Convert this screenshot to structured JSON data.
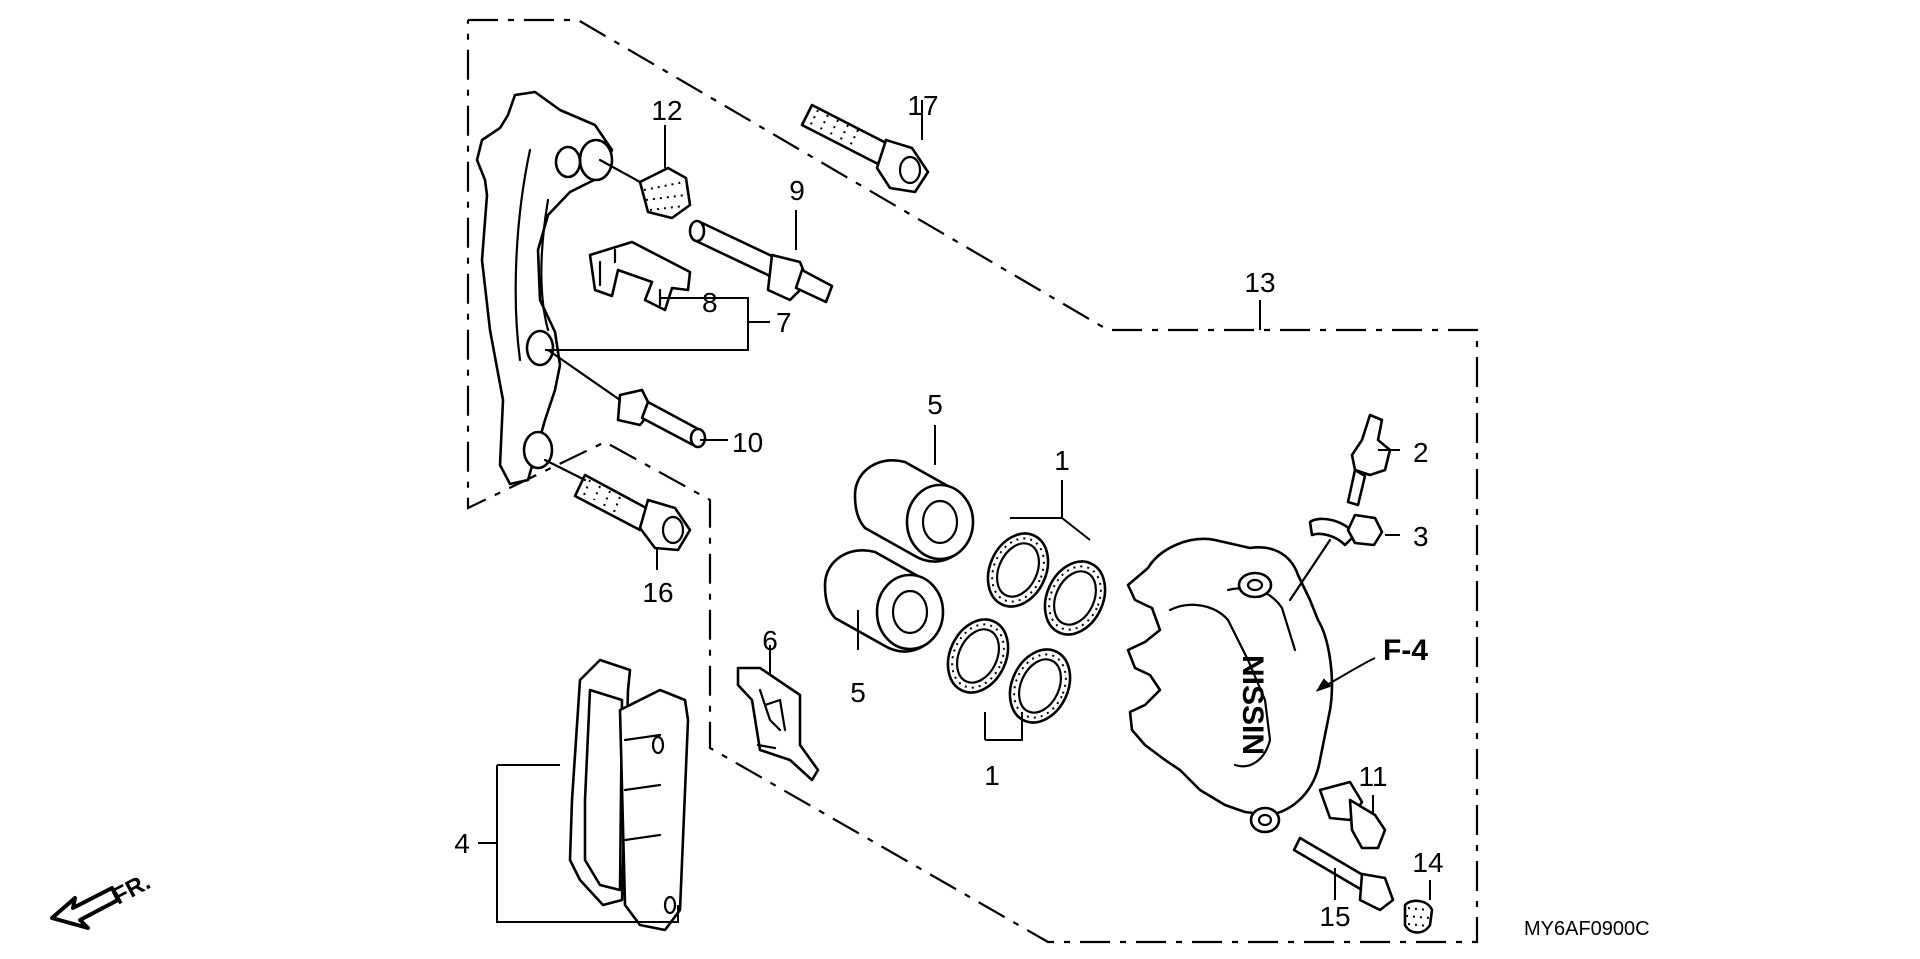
{
  "diagram": {
    "callouts": {
      "c1_top": "1",
      "c1_bottom": "1",
      "c2": "2",
      "c3": "3",
      "c4": "4",
      "c5_top": "5",
      "c5_bottom": "5",
      "c6": "6",
      "c7": "7",
      "c8": "8",
      "c9": "9",
      "c10": "10",
      "c11": "11",
      "c12": "12",
      "c13": "13",
      "c14": "14",
      "c15": "15",
      "c16": "16",
      "c17": "17"
    },
    "reference_label": "F-4",
    "front_label": "FR.",
    "caliper_mark": "NISSIN",
    "drawing_code": "MY6AF0900C"
  }
}
